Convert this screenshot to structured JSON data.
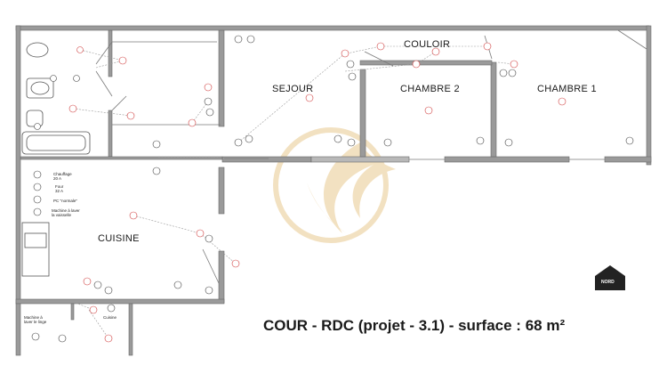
{
  "rooms": {
    "sejour": "SEJOUR",
    "couloir": "COULOIR",
    "chambre2": "CHAMBRE 2",
    "chambre1": "CHAMBRE 1",
    "cuisine": "CUISINE"
  },
  "kitchen_legend": {
    "chauffage": "Chauffage\n20 A",
    "four": "Four\n32 A",
    "pc_normale": "PC \"normale\"",
    "vaisselle": "Machine à laver\nla vaisselle"
  },
  "bottom_legend": {
    "linge": "Machine à\nlaver le linge",
    "cuisine_small": "Cuisine"
  },
  "compass": "NORD",
  "title": "COUR - RDC (projet - 3.1) - surface : 68 m²",
  "colors": {
    "wall": "#7a7a7a",
    "wire": "#8a8a8a",
    "socket_ring": "#d04040",
    "watermark": "#e8c990"
  }
}
